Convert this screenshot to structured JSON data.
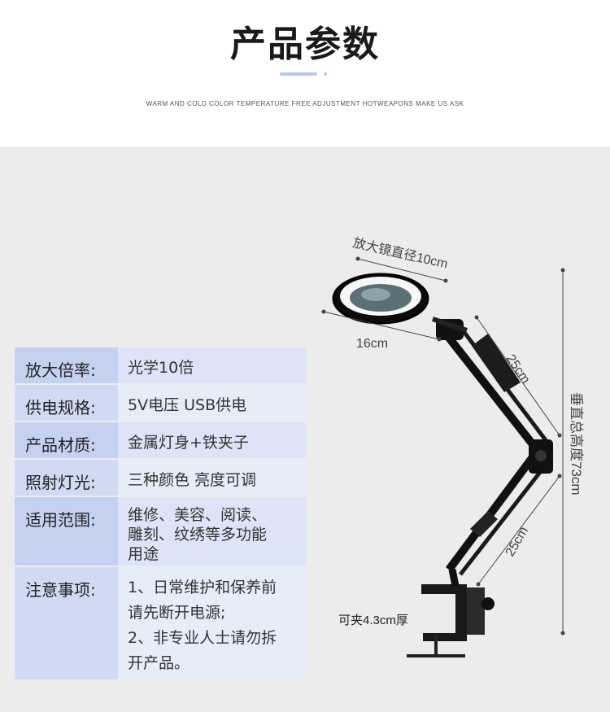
{
  "header": {
    "title": "产品参数",
    "subtitle": "WARM AND COLD COLOR TEMPERATURE FREE ADJUSTMENT HOTWEAPONS MAKE US ASK"
  },
  "specs": [
    {
      "label": "放大倍率:",
      "value": "光学10倍"
    },
    {
      "label": "供电规格:",
      "value": "5V电压   USB供电"
    },
    {
      "label": "产品材质:",
      "value": "金属灯身+铁夹子"
    },
    {
      "label": "照射灯光:",
      "value": "三种颜色 亮度可调"
    },
    {
      "label": "适用范围:",
      "value": "维修、美容、阅读、\n雕刻、纹绣等多功能\n用途"
    },
    {
      "label": "注意事项:",
      "value": "1、日常维护和保养前\n请先断开电源;\n2、非专业人士请勿拆\n开产品。"
    }
  ],
  "dimensions": {
    "lens_diameter": "放大镜直径10cm",
    "ring_width": "16cm",
    "upper_arm": "25cm",
    "lower_arm": "25cm",
    "total_height": "垂直总高度73cm",
    "clamp": "可夹4.3cm厚"
  },
  "colors": {
    "table_key_bg": "#d0daf3",
    "table_value_bg": "#e7ecf9",
    "accent": "#b8c9ee"
  }
}
